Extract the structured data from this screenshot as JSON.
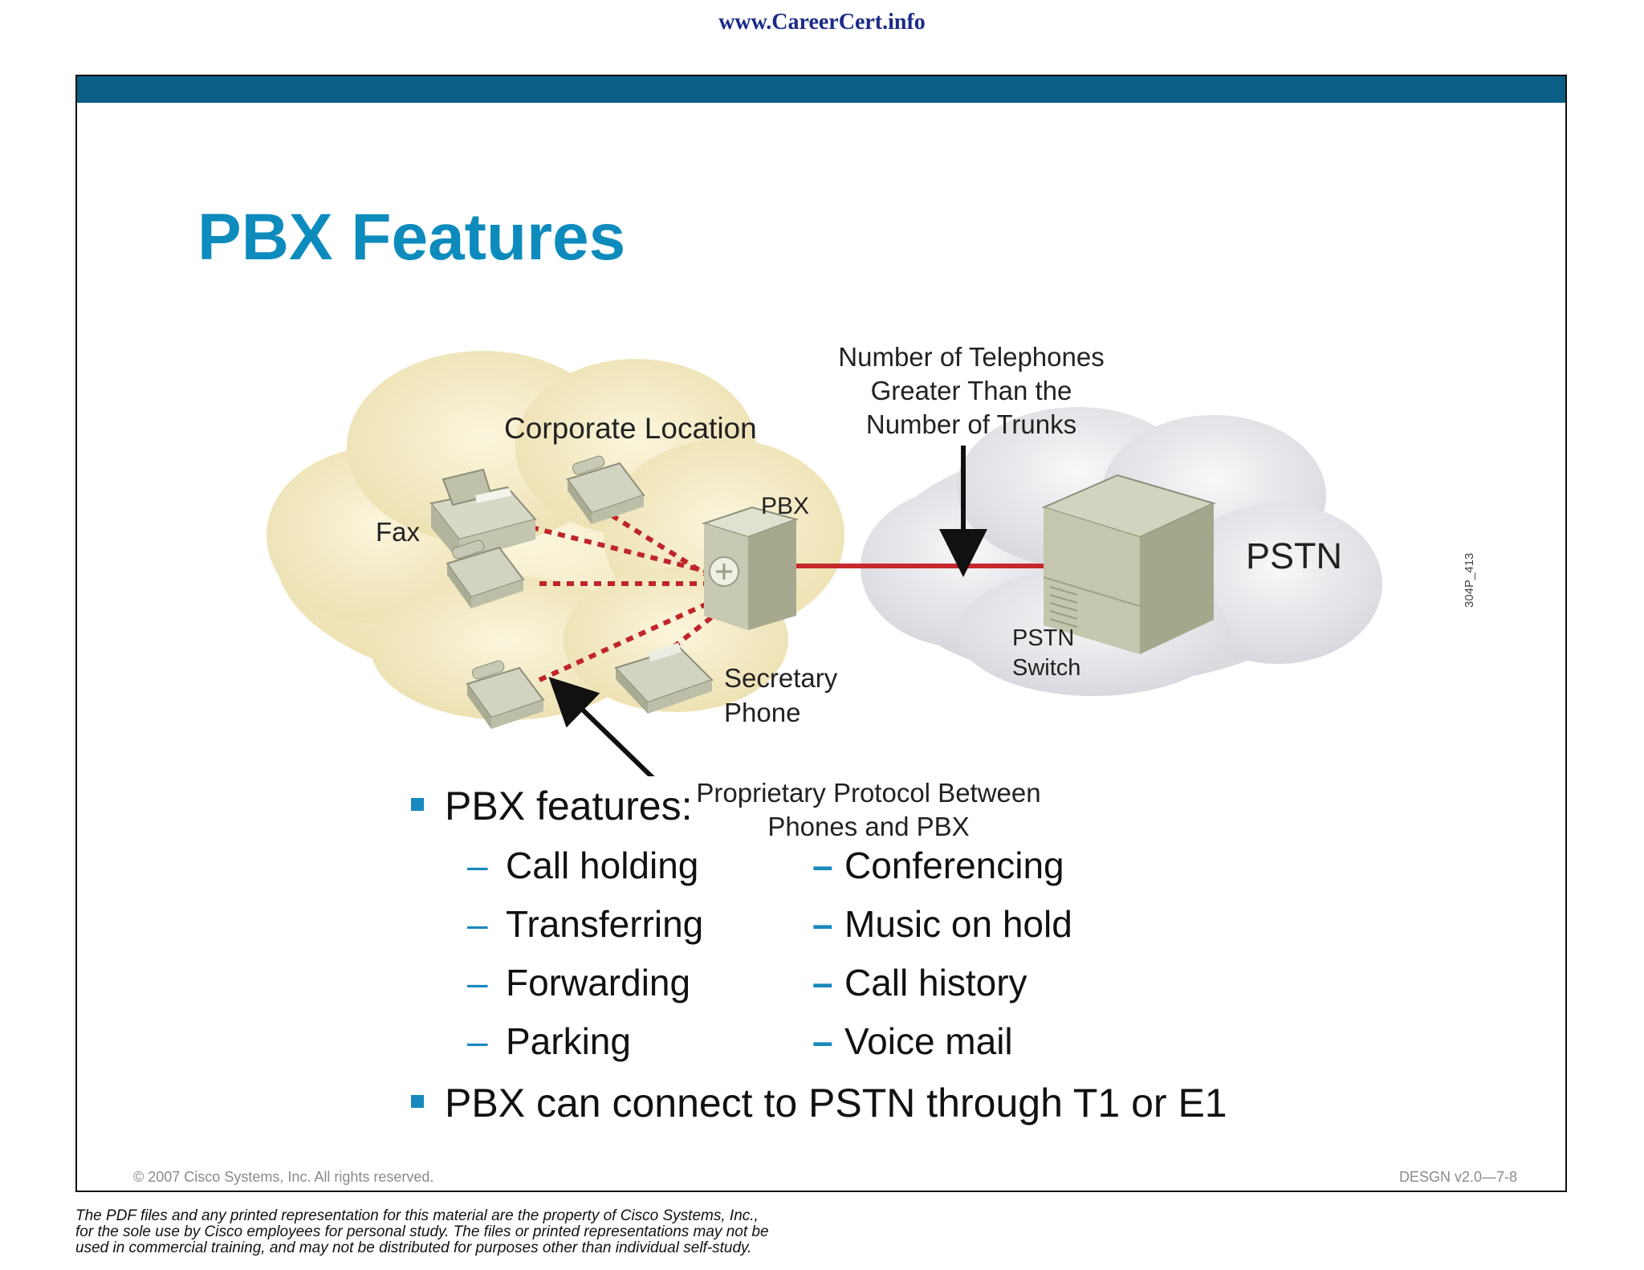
{
  "header": {
    "site_url": "www.CareerCert.info"
  },
  "slide": {
    "title": "PBX Features",
    "diagram": {
      "top_annotation": [
        "Number of Telephones",
        "Greater Than the",
        "Number of Trunks"
      ],
      "corporate_location": "Corporate Location",
      "fax": "Fax",
      "pbx": "PBX",
      "pstn": "PSTN",
      "pstn_switch": [
        "PSTN",
        "Switch"
      ],
      "secretary_phone": [
        "Secretary",
        "Phone"
      ],
      "bottom_annotation": [
        "Proprietary Protocol Between",
        "Phones and PBX"
      ],
      "figure_code": "304P_413",
      "colors": {
        "corporate_cloud": "#f2e7be",
        "pstn_cloud": "#e4e4e8",
        "connection_line": "#c6282c"
      }
    },
    "bullets": {
      "b1": "PBX features:",
      "col1": [
        "Call holding",
        "Transferring",
        "Forwarding",
        "Parking"
      ],
      "col2": [
        "Conferencing",
        "Music on hold",
        "Call history",
        "Voice mail"
      ],
      "b2": "PBX can connect to PSTN through T1 or E1",
      "dash": "–"
    },
    "footer": {
      "copyright": "© 2007 Cisco Systems, Inc. All rights reserved.",
      "course_code": "DESGN v2.0—7-8"
    }
  },
  "disclaimer": [
    "The PDF files and any printed representation for this material are the property of Cisco Systems, Inc.,",
    "for the sole use by Cisco employees for personal study. The files or printed representations may not be",
    "used in commercial training, and may not be distributed for purposes other than individual self-study."
  ]
}
